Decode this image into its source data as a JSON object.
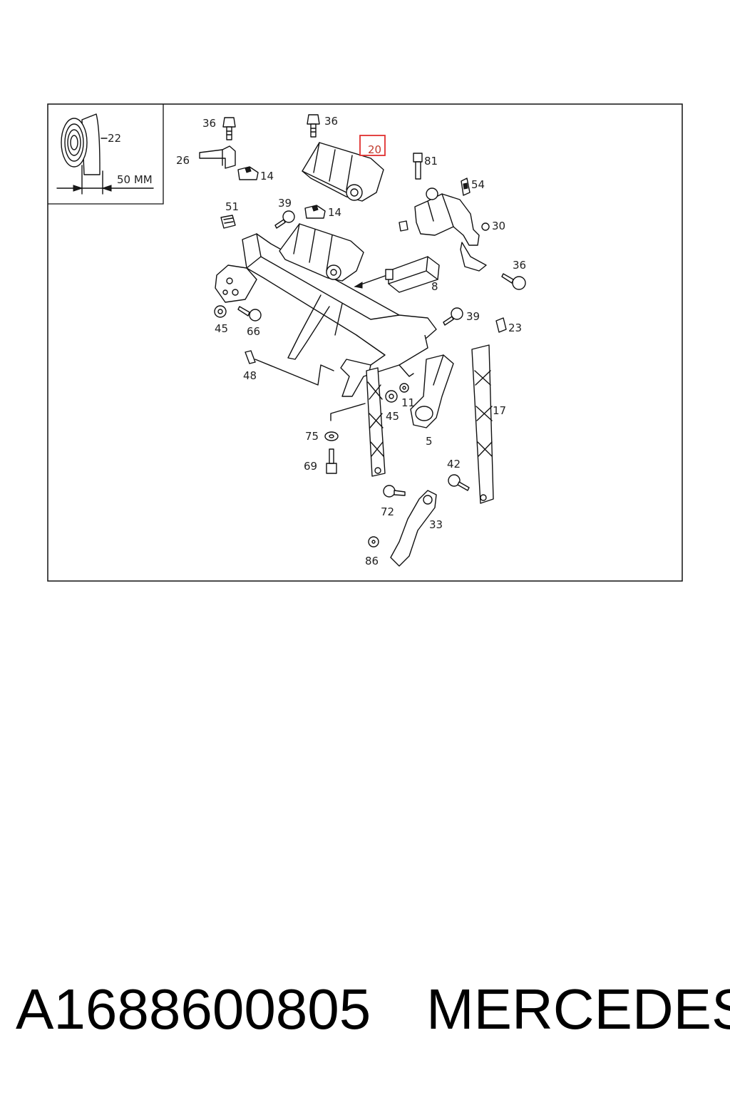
{
  "diagram": {
    "callouts": {
      "c22": "22",
      "c50mm": "50 MM",
      "c36a": "36",
      "c36b": "36",
      "c36c": "36",
      "c26": "26",
      "c14a": "14",
      "c14b": "14",
      "c20": "20",
      "c81": "81",
      "c54": "54",
      "c51": "51",
      "c39a": "39",
      "c39b": "39",
      "c30": "30",
      "c8": "8",
      "c45a": "45",
      "c45b": "45",
      "c66": "66",
      "c23": "23",
      "c48": "48",
      "c11": "11",
      "c17": "17",
      "c75": "75",
      "c5": "5",
      "c69": "69",
      "c42": "42",
      "c72": "72",
      "c33": "33",
      "c86": "86"
    },
    "highlighted_callout": "20",
    "highlight_color": "#e0302f"
  },
  "footer": {
    "part_number": "A1688600805",
    "brand": "MERCEDES"
  }
}
